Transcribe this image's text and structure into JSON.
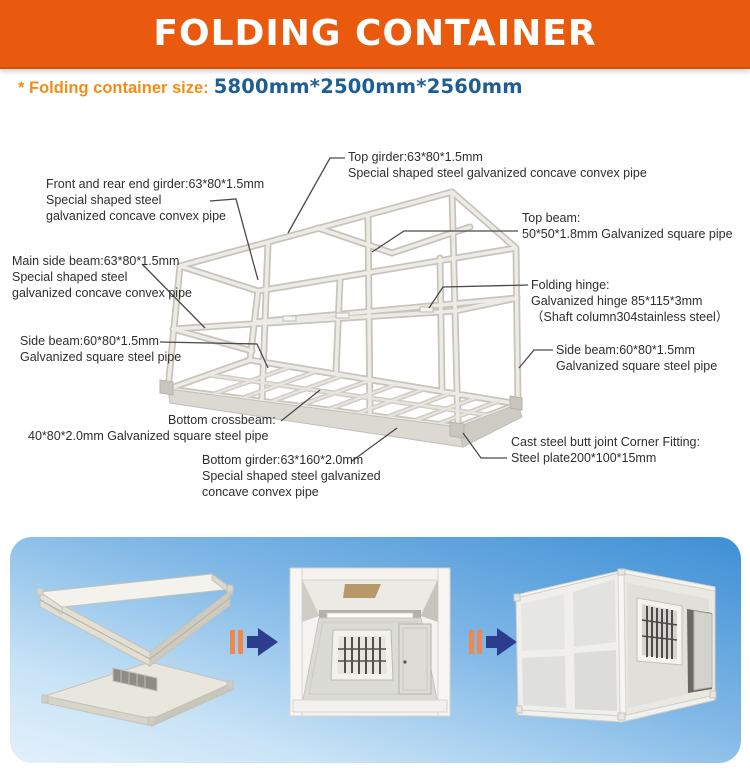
{
  "header": {
    "title": "FOLDING CONTAINER"
  },
  "size_line": {
    "label": "* Folding container size:",
    "value": "5800mm*2500mm*2560mm"
  },
  "colors": {
    "banner_orange": "#e95a0e",
    "size_label_orange": "#f28e17",
    "size_value_blue": "#1e5e92",
    "panel_gradient_blue": "#3e8fd5",
    "panel_gradient_light": "#e2f1fb",
    "arrow_navy": "#2b3d8c",
    "arrow_bar_orange": "#f0874f",
    "frame_steel_gray": "#d5d2cb",
    "label_text": "#2e2e2e"
  },
  "diagram": {
    "labels": {
      "top_girder": {
        "line1": "Top girder:63*80*1.5mm",
        "line2": "Special shaped steel galvanized concave convex pipe"
      },
      "front_rear_end_girder": {
        "line1": "Front and rear end girder:63*80*1.5mm",
        "line2": "Special shaped steel",
        "line3": "galvanized concave convex pipe"
      },
      "main_side_beam": {
        "line1": "Main side beam:63*80*1.5mm",
        "line2": "Special shaped steel",
        "line3": "galvanized concave convex pipe"
      },
      "side_beam_left": {
        "line1": "Side beam:60*80*1.5mm",
        "line2": "Galvanized square steel pipe"
      },
      "bottom_crossbeam": {
        "line1": "Bottom crossbeam:",
        "line2": "40*80*2.0mm Galvanized square steel pipe"
      },
      "bottom_girder": {
        "line1": "Bottom girder:63*160*2.0mm",
        "line2": "Special shaped steel galvanized",
        "line3": "concave convex pipe"
      },
      "top_beam": {
        "line1": "Top beam:",
        "line2": "50*50*1.8mm Galvanized square pipe"
      },
      "folding_hinge": {
        "line1": "Folding hinge:",
        "line2": "Galvanized hinge 85*115*3mm",
        "line3": "（Shaft column304stainless steel）"
      },
      "side_beam_right": {
        "line1": "Side beam:60*80*1.5mm",
        "line2": "Galvanized square steel pipe"
      },
      "corner_fitting": {
        "line1": "Cast steel butt joint Corner Fitting:",
        "line2": "Steel plate200*100*15mm"
      }
    }
  },
  "process": {
    "steps": [
      {
        "icon": "folded-container-photo"
      },
      {
        "icon": "half-unfolded-container-photo"
      },
      {
        "icon": "assembled-container-photo"
      }
    ],
    "arrow_icon": "right-arrow-icon"
  }
}
